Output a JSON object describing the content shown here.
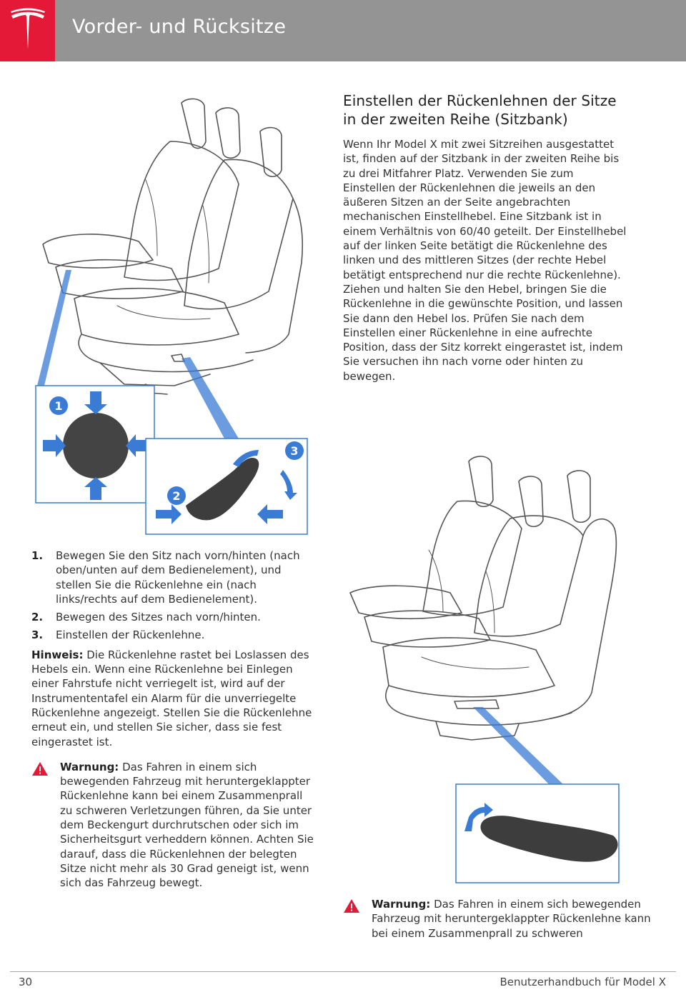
{
  "header": {
    "title": "Vorder- und Rücksitze",
    "brand_color": "#e31937",
    "bar_color": "#949494",
    "logo_icon": "tesla-logo-icon"
  },
  "left_column": {
    "figure": {
      "icon": "front-seat-adjust-illustration",
      "callouts": [
        "1",
        "2",
        "3"
      ],
      "accent_color": "#3a7bd5"
    },
    "list": [
      {
        "num": "1.",
        "text": "Bewegen Sie den Sitz nach vorn/hinten (nach oben/unten auf dem Bedienelement), und stellen Sie die Rückenlehne ein (nach links/rechts auf dem Bedienelement)."
      },
      {
        "num": "2.",
        "text": "Bewegen des Sitzes nach vorn/hinten."
      },
      {
        "num": "3.",
        "text": "Einstellen der Rückenlehne."
      }
    ],
    "note": {
      "label": "Hinweis:",
      "text": " Die Rückenlehne rastet bei Loslassen des Hebels ein. Wenn eine Rückenlehne bei Einlegen einer Fahrstufe nicht verriegelt ist, wird auf der Instrumententafel ein Alarm für die unverriegelte Rückenlehne angezeigt. Stellen Sie die Rückenlehne erneut ein, und stellen Sie sicher, dass sie fest eingerastet ist."
    },
    "warning": {
      "label": "Warnung:",
      "text": " Das Fahren in einem sich bewegenden Fahrzeug mit heruntergeklappter Rückenlehne kann bei einem Zusammenprall zu schweren Verletzungen führen, da Sie unter dem Beckengurt durchrutschen oder sich im Sicherheitsgurt verheddern können. Achten Sie darauf, dass die Rückenlehnen der belegten Sitze nicht mehr als 30 Grad geneigt ist, wenn sich das Fahrzeug bewegt."
    }
  },
  "right_column": {
    "heading": "Einstellen der Rückenlehnen der Sitze in der zweiten Reihe (Sitzbank)",
    "paragraph": "Wenn Ihr Model X mit zwei Sitzreihen ausgestattet ist, finden auf der Sitzbank in der zweiten Reihe bis zu drei Mitfahrer Platz. Verwenden Sie zum Einstellen der Rückenlehnen die jeweils an den äußeren Sitzen an der Seite angebrachten mechanischen Einstellhebel. Eine Sitzbank ist in einem Verhältnis von 60/40 geteilt. Der Einstellhebel auf der linken Seite betätigt die Rückenlehne des linken und des mittleren Sitzes (der rechte Hebel betätigt entsprechend nur die rechte Rückenlehne). Ziehen und halten Sie den Hebel, bringen Sie die Rückenlehne in die gewünschte Position, und lassen Sie dann den Hebel los. Prüfen Sie nach dem Einstellen einer Rückenlehne in eine aufrechte Position, dass der Sitz korrekt eingerastet ist, indem Sie versuchen ihn nach vorne oder hinten zu bewegen.",
    "figure": {
      "icon": "second-row-bench-lever-illustration"
    },
    "warning": {
      "label": "Warnung:",
      "text": " Das Fahren in einem sich bewegenden Fahrzeug mit heruntergeklappter Rückenlehne kann bei einem Zusammenprall zu schweren"
    }
  },
  "footer": {
    "page_number": "30",
    "title": "Benutzerhandbuch für Model X"
  }
}
